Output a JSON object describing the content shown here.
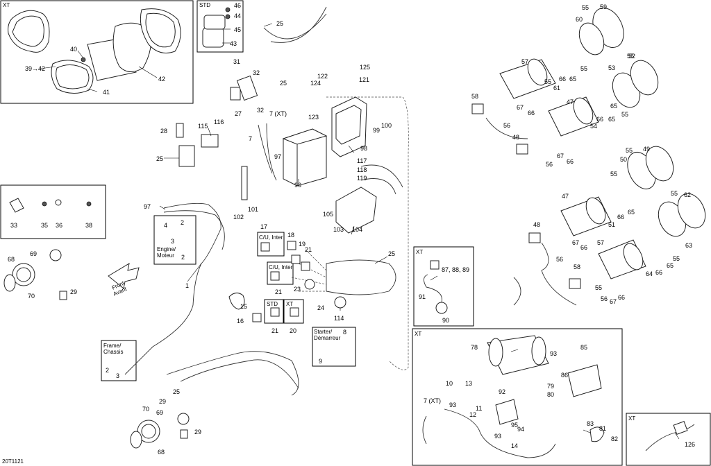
{
  "drawing_code": "20T1121",
  "boxes": {
    "tl_xt": "XT",
    "std": "STD",
    "loose_parts_title": "",
    "engine_tag": [
      "Engine/",
      "Moteur"
    ],
    "cu_inter_a": "C/U, Inter",
    "cu_inter_b": "C/U, Inter",
    "std_small": "STD",
    "xt_small": "XT",
    "frame_tag": [
      "Frame/",
      "Chassis"
    ],
    "starter_tag": [
      "Starter/",
      "Démarreur"
    ],
    "mid_xt": "XT",
    "winch_xt": "XT",
    "br_xt": "XT",
    "front_arrow": [
      "Front",
      "Avant"
    ]
  },
  "labels": {
    "l1": "1",
    "l2a": "2",
    "l2b": "2",
    "l3a": "3",
    "l3b": "3",
    "l4": "4",
    "l7": "7",
    "l7xt": "7 (XT)",
    "l7xt2": "7 (XT)",
    "l8": "8",
    "l9": "9",
    "l10": "10",
    "l11": "11",
    "l12": "12",
    "l13": "13",
    "l14": "14",
    "l15": "15",
    "l16": "16",
    "l17": "17",
    "l18": "18",
    "l19": "19",
    "l20": "20",
    "l21a": "21",
    "l21b": "21",
    "l21c": "21",
    "l23": "23",
    "l24": "24",
    "l25a": "25",
    "l25b": "25",
    "l25c": "25",
    "l25d": "25",
    "l25e": "25",
    "l27": "27",
    "l28": "28",
    "l29a": "29",
    "l29b": "29",
    "l29c": "29",
    "l31": "31",
    "l32a": "32",
    "l32b": "32",
    "l33": "33",
    "l35": "35",
    "l36": "36",
    "l38": "38",
    "l3942": "39→42",
    "l40": "40",
    "l41": "41",
    "l42": "42",
    "l43": "43",
    "l44": "44",
    "l45": "45",
    "l46": "46",
    "l47a": "47",
    "l47b": "47",
    "l48a": "48",
    "l48b": "48",
    "l49": "49",
    "l50": "50",
    "l51": "51",
    "l52": "52",
    "l53": "53",
    "l54": "54",
    "l55a": "55",
    "l55b": "55",
    "l55c": "55",
    "l55d": "55",
    "l55e": "55",
    "l55f": "55",
    "l55g": "55",
    "l55h": "55",
    "l56a": "56",
    "l56b": "56",
    "l56c": "56",
    "l57a": "57",
    "l57b": "57",
    "l58a": "58",
    "l58b": "58",
    "l59": "59",
    "l60": "60",
    "l61": "61",
    "l62": "62",
    "l63": "63",
    "l64": "64",
    "l65a": "65",
    "l65b": "65",
    "l65c": "65",
    "l65d": "65",
    "l65e": "65",
    "l66a": "66",
    "l66b": "66",
    "l66c": "66",
    "l66d": "66",
    "l66e": "66",
    "l66f": "66",
    "l67a": "67",
    "l67b": "67",
    "l67c": "67",
    "l67d": "67",
    "l67e": "67",
    "l68a": "68",
    "l68b": "68",
    "l69a": "69",
    "l69b": "69",
    "l70a": "70",
    "l70b": "70",
    "l78": "78",
    "l79": "79",
    "l80": "80",
    "l81": "81",
    "l83": "83",
    "l85": "85",
    "l86": "86",
    "l878889": "87, 88, 89",
    "l90": "90",
    "l91": "91",
    "l92": "92",
    "l93a": "93",
    "l93b": "93",
    "l93c": "93",
    "l94": "94",
    "l95": "95",
    "l96": "96",
    "l97a": "97",
    "l97b": "97",
    "l98": "98",
    "l99": "99",
    "l100": "100",
    "l101": "101",
    "l102": "102",
    "l103": "103",
    "l104": "104",
    "l105": "105",
    "l114": "114",
    "l115": "115",
    "l116": "116",
    "l117": "117",
    "l118": "118",
    "l119": "119",
    "l121": "121",
    "l122": "122",
    "l123": "123",
    "l124": "124",
    "l125": "125",
    "l126": "126",
    "l82": "82"
  }
}
